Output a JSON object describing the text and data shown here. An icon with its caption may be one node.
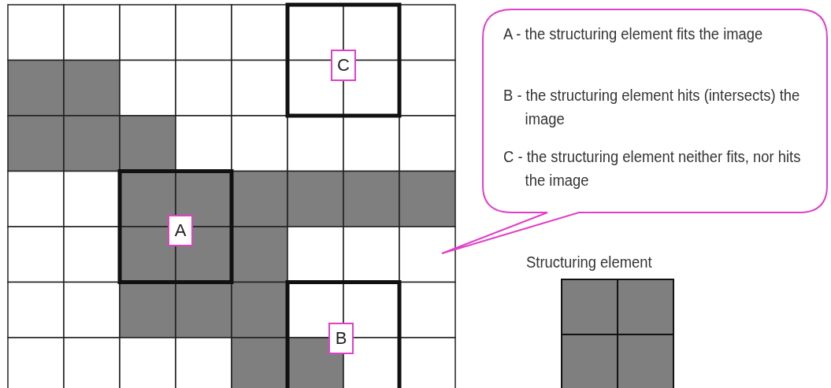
{
  "diagram": {
    "nodes": [
      {
        "text": [
          "C"
        ]
      },
      {
        "text": [
          "A"
        ]
      },
      {
        "text": [
          "B"
        ]
      },
      {
        "text": [
          "A - the structuring element fits the image",
          "B - the structuring element hits (intersects) the image",
          "C - the structuring element neither fits, nor hits the image"
        ]
      },
      {
        "text": [
          "Structuring element"
        ]
      }
    ]
  }
}
